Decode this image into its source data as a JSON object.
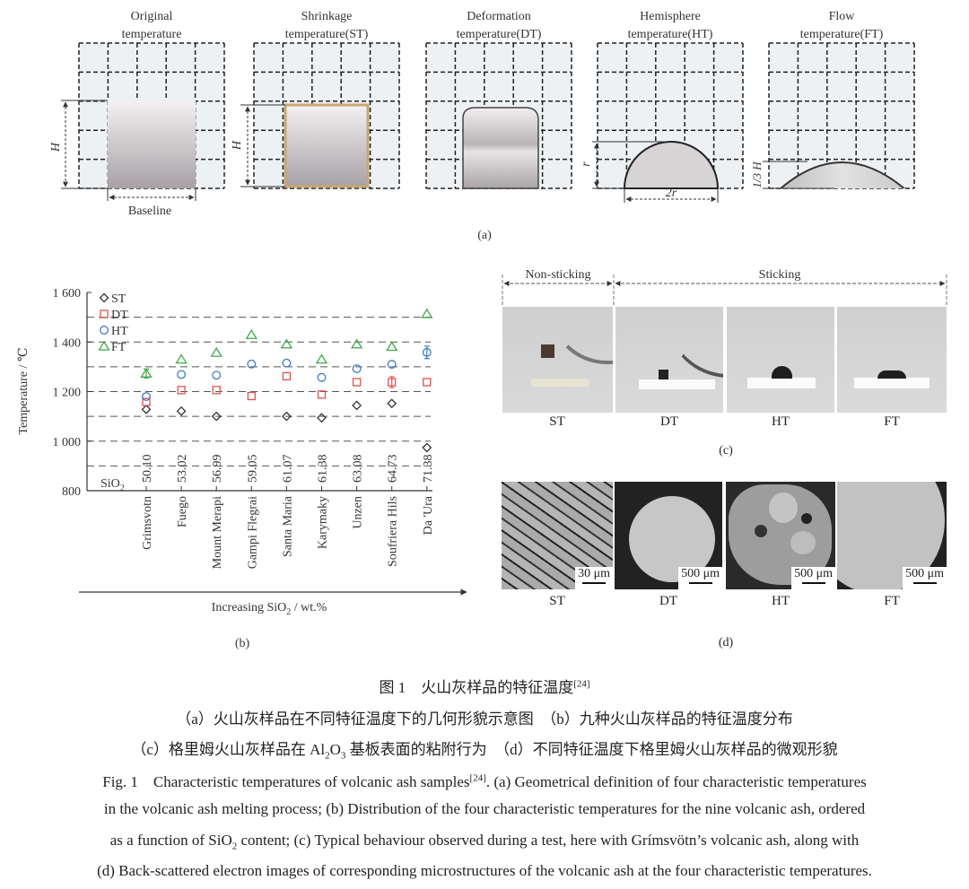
{
  "panel_a": {
    "tag": "(a)",
    "stages": [
      {
        "line1": "Original",
        "line2": "temperature"
      },
      {
        "line1": "Shrinkage",
        "line2": "temperature(ST)"
      },
      {
        "line1": "Deformation",
        "line2": "temperature(DT)"
      },
      {
        "line1": "Hemisphere",
        "line2": "temperature(HT)"
      },
      {
        "line1": "Flow",
        "line2": "temperature(FT)"
      }
    ],
    "labels": {
      "h": "H",
      "baseline": "Baseline",
      "r": "r",
      "two_r": "2r",
      "one_third_h": "1/3 H"
    }
  },
  "chart_data": {
    "type": "scatter",
    "title": "",
    "tag": "(b)",
    "ylabel": "Temperature / ℃",
    "xlabel": "Increasing SiO2 / wt.%",
    "xlabel_main": "Increasing SiO",
    "xlabel_sub": "2",
    "xlabel_tail": " / wt.%",
    "sio2_label": "SiO",
    "sio2_sub": "2",
    "ylim": [
      800,
      1600
    ],
    "yticks": [
      800,
      1000,
      1200,
      1400,
      1600
    ],
    "ytick_labels": [
      "800",
      "1 000",
      "1 200",
      "1 400",
      "1 600"
    ],
    "gridlines": [
      900,
      1000,
      1100,
      1200,
      1300,
      1400,
      1500
    ],
    "legend_position": "top-left",
    "categories": [
      "Grimsvotn",
      "Fuego",
      "Mount Merapi",
      "Gampi Flegrai",
      "Santa Maria",
      "Karymaky",
      "Unzen",
      "Soufriera Hils",
      "Da 'Ura"
    ],
    "sio2": [
      "50.10",
      "53.02",
      "56.99",
      "59.05",
      "61.07",
      "61.38",
      "63.08",
      "64.73",
      "71.38"
    ],
    "series": [
      {
        "name": "ST",
        "marker": "diamond",
        "color": "#333333",
        "values": [
          1128,
          1121,
          1100,
          null,
          1100,
          1094,
          1144,
          1152,
          974
        ],
        "errors": [
          0,
          0,
          0,
          0,
          0,
          0,
          0,
          0,
          0
        ]
      },
      {
        "name": "DT",
        "marker": "square",
        "color": "#e0524f",
        "values": [
          1158,
          1206,
          1206,
          1182,
          1262,
          1188,
          1238,
          1238,
          1238
        ],
        "errors": [
          0,
          0,
          0,
          0,
          0,
          0,
          0,
          22,
          0
        ]
      },
      {
        "name": "HT",
        "marker": "circle",
        "color": "#3f7cc0",
        "values": [
          1180,
          1269,
          1266,
          1311,
          1315,
          1257,
          1292,
          1310,
          1358
        ],
        "errors": [
          0,
          0,
          0,
          0,
          0,
          0,
          0,
          0,
          25
        ]
      },
      {
        "name": "FT",
        "marker": "triangle",
        "color": "#3fa84a",
        "values": [
          1273,
          1330,
          1357,
          1429,
          1391,
          1330,
          1391,
          1381,
          1513
        ],
        "errors": [
          18,
          0,
          0,
          0,
          0,
          0,
          0,
          0,
          0
        ]
      }
    ]
  },
  "panel_c": {
    "tag": "(c)",
    "non_sticking": "Non-sticking",
    "sticking": "Sticking",
    "labels": [
      "ST",
      "DT",
      "HT",
      "FT"
    ]
  },
  "panel_d": {
    "tag": "(d)",
    "labels": [
      "ST",
      "DT",
      "HT",
      "FT"
    ],
    "scales": [
      "30 μm",
      "500 μm",
      "500 μm",
      "500 μm"
    ]
  },
  "caption": {
    "cn_title": "图 1　火山灰样品的特征温度",
    "cn_title_ref": "[24]",
    "cn_line1": "（a）火山灰样品在不同特征温度下的几何形貌示意图　（b）九种火山灰样品的特征温度分布",
    "cn_line2_a": "（c）格里姆火山灰样品在 Al",
    "cn_line2_sub1": "2",
    "cn_line2_b": "O",
    "cn_line2_sub2": "3",
    "cn_line2_c": " 基板表面的粘附行为　（d）不同特征温度下格里姆火山灰样品的微观形貌",
    "en_line1_a": "Fig. 1　Characteristic temperatures of volcanic ash samples",
    "en_line1_ref": "[24]",
    "en_line1_b": ". (a) Geometrical definition of four characteristic temperatures",
    "en_line2": "in the volcanic ash melting process; (b) Distribution of the four characteristic temperatures for the nine volcanic ash, ordered",
    "en_line3_a": "as a function of SiO",
    "en_line3_sub": "2",
    "en_line3_b": " content; (c) Typical behaviour observed during a test, here with Grímsvötn’s volcanic ash, along with",
    "en_line4": "(d) Back-scattered electron images of corresponding microstructures of the volcanic ash at the four characteristic temperatures."
  }
}
